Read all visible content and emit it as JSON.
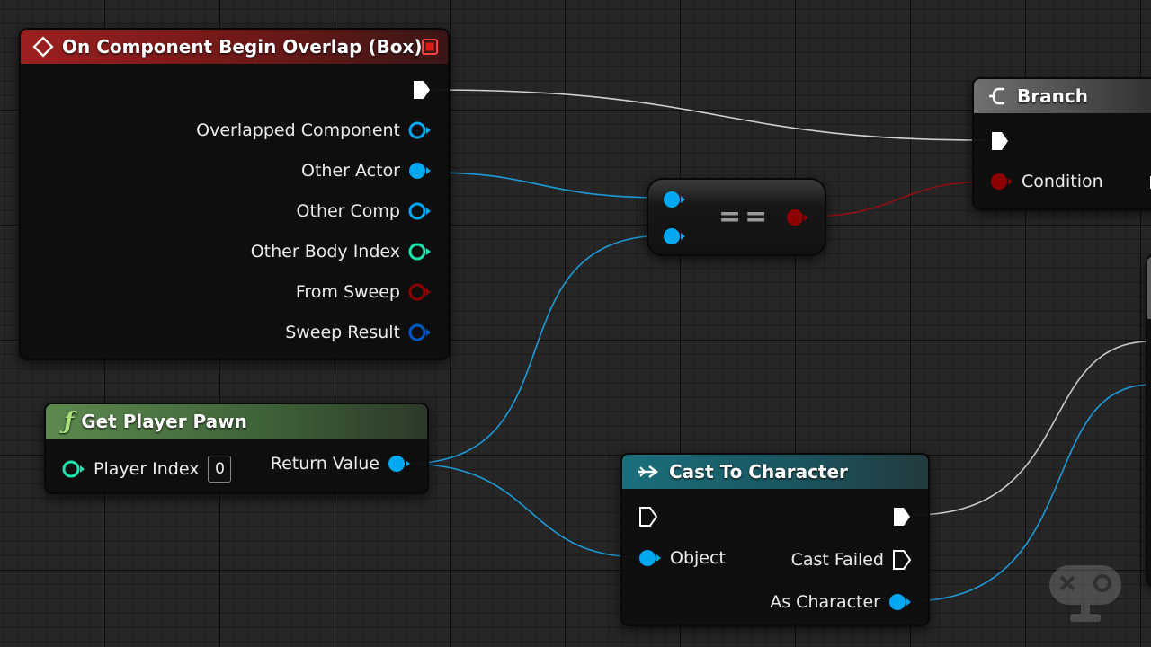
{
  "nodes": {
    "overlap": {
      "title": "On Component Begin Overlap (Box)",
      "pins": [
        "Overlapped Component",
        "Other Actor",
        "Other Comp",
        "Other Body Index",
        "From Sweep",
        "Sweep Result"
      ]
    },
    "branch": {
      "title": "Branch",
      "condition_label": "Condition"
    },
    "get_player_pawn": {
      "title": "Get Player Pawn",
      "player_index_label": "Player Index",
      "player_index_value": "0",
      "return_value_label": "Return Value"
    },
    "equal": {
      "symbol": "=="
    },
    "cast": {
      "title": "Cast To Character",
      "object_label": "Object",
      "cast_failed_label": "Cast Failed",
      "as_character_label": "As Character"
    }
  },
  "colors": {
    "object_pin": "#00a8f2",
    "bool_pin": "#8f0000",
    "int_pin": "#1fe3af",
    "struct_pin": "#0059c8",
    "exec_pin": "#ffffff",
    "exec_wire": "#d8d8d8"
  }
}
